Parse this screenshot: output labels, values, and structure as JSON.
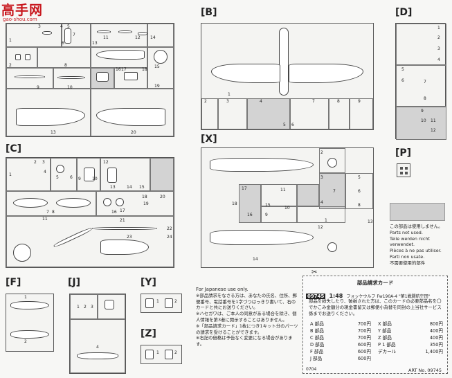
{
  "logo": {
    "main": "高手网",
    "sub": "gao-shou.com"
  },
  "sections": {
    "B": "[B]",
    "C": "[C]",
    "D": "[D]",
    "X": "[X]",
    "P": "[P]",
    "F": "[F]",
    "J": "[J]",
    "Y": "[Y]",
    "Z": "[Z]"
  },
  "runner_A": {
    "numbers": [
      "3",
      "4",
      "5",
      "7",
      "6",
      "1",
      "2",
      "11",
      "13",
      "12",
      "14",
      "8",
      "9",
      "10",
      "16",
      "17",
      "18",
      "15",
      "19",
      "13",
      "20"
    ]
  },
  "runner_B": {
    "numbers": [
      "1",
      "2",
      "3",
      "4",
      "5",
      "6",
      "7",
      "8",
      "9"
    ]
  },
  "runner_C": {
    "numbers": [
      "1",
      "2",
      "3",
      "4",
      "5",
      "6",
      "7",
      "8",
      "9",
      "10",
      "11",
      "12",
      "13",
      "14",
      "15",
      "16",
      "17",
      "18",
      "19",
      "20",
      "21",
      "22",
      "23",
      "24"
    ]
  },
  "runner_D": {
    "numbers": [
      "1",
      "2",
      "3",
      "4",
      "5",
      "6",
      "7",
      "8",
      "9",
      "10",
      "11",
      "12"
    ]
  },
  "runner_X": {
    "numbers": [
      "1",
      "2",
      "3",
      "4",
      "5",
      "6",
      "7",
      "8",
      "9",
      "10",
      "11",
      "12",
      "13",
      "14",
      "15",
      "16",
      "17",
      "18"
    ]
  },
  "runner_F": {
    "numbers": [
      "1",
      "2"
    ]
  },
  "runner_J": {
    "numbers": [
      "1",
      "2",
      "3",
      "4"
    ]
  },
  "runner_Y": {
    "numbers": [
      "1",
      "2"
    ]
  },
  "runner_Z": {
    "numbers": [
      "1",
      "2"
    ]
  },
  "unused_note": {
    "lines": [
      "この部品は使用しません。",
      "Parts not used.",
      "Teile werden nicht verwendet.",
      "Pièces à ne pas utiliser.",
      "Parti non usate.",
      "不需要使用的部件"
    ]
  },
  "japanese_notice": {
    "header": "For Japanese use only.",
    "paragraphs": [
      "※部品請求をなさる方は、あなたの氏名、住所、郵便番号、電話番号を1字づつはっきり書いて、右のカードと共にお送りください。",
      "※ハセガワは、ご本人の同意がある場合を除き、個人情報を第3者に開示することはありません。",
      "※「部品請求カード」1枚につき1キット分のパーツの請求を受けることができます。",
      "※右記の価格は予告なく変更になる場合があります。"
    ]
  },
  "parts_card": {
    "title": "部品請求カード",
    "product_code": "09745",
    "scale": "1:48",
    "product_name": "フォッケウルフ Fw190A-4 \"第1戦闘航空団\"",
    "instructions": "部品を紛失したり、破損された方は、このカードの必要部品名を〇でかこみ金額分の現金書留又は郵便小為替を同封の上当社サービス係までお送りください。",
    "prices_left": [
      {
        "part": "A 部品",
        "price": "700円"
      },
      {
        "part": "B 部品",
        "price": "700円"
      },
      {
        "part": "C 部品",
        "price": "700円"
      },
      {
        "part": "D 部品",
        "price": "600円"
      },
      {
        "part": "F 部品",
        "price": "600円"
      },
      {
        "part": "J 部品",
        "price": "600円"
      }
    ],
    "prices_right": [
      {
        "part": "X 部品",
        "price": "800円"
      },
      {
        "part": "Y 部品",
        "price": "400円"
      },
      {
        "part": "Z 部品",
        "price": "400円"
      },
      {
        "part": "P 1 部品",
        "price": "350円"
      },
      {
        "part": "デカール",
        "price": "1,400円"
      }
    ],
    "footer_code": "0704",
    "art_no": "ART No. 09745"
  }
}
